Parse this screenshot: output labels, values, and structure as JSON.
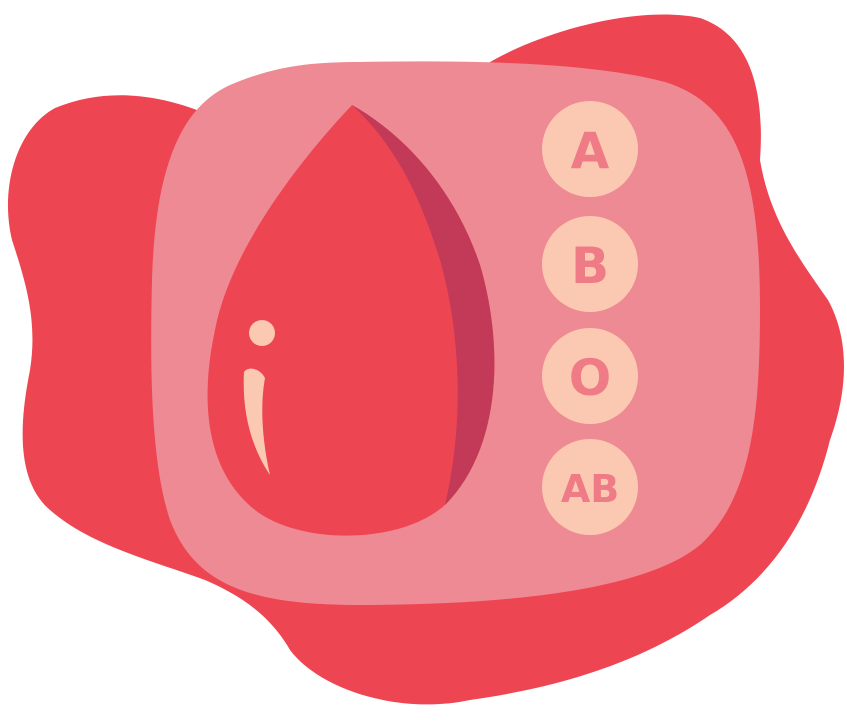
{
  "illustration": {
    "name": "blood-type-illustration",
    "icons": [
      "background-blob-shape",
      "rounded-square-panel",
      "blood-drop-icon",
      "drop-highlight-shape"
    ],
    "colors": {
      "blob": "#EE4553",
      "panel": "#ED8A93",
      "drop": "#EE4553",
      "drop_shadow": "#C23A57",
      "highlight": "#FBC9B1",
      "badge_fill": "#FBC9B1",
      "badge_text": "#EE7B86"
    }
  },
  "blood_types": [
    {
      "label": "A"
    },
    {
      "label": "B"
    },
    {
      "label": "O"
    },
    {
      "label": "AB"
    }
  ]
}
